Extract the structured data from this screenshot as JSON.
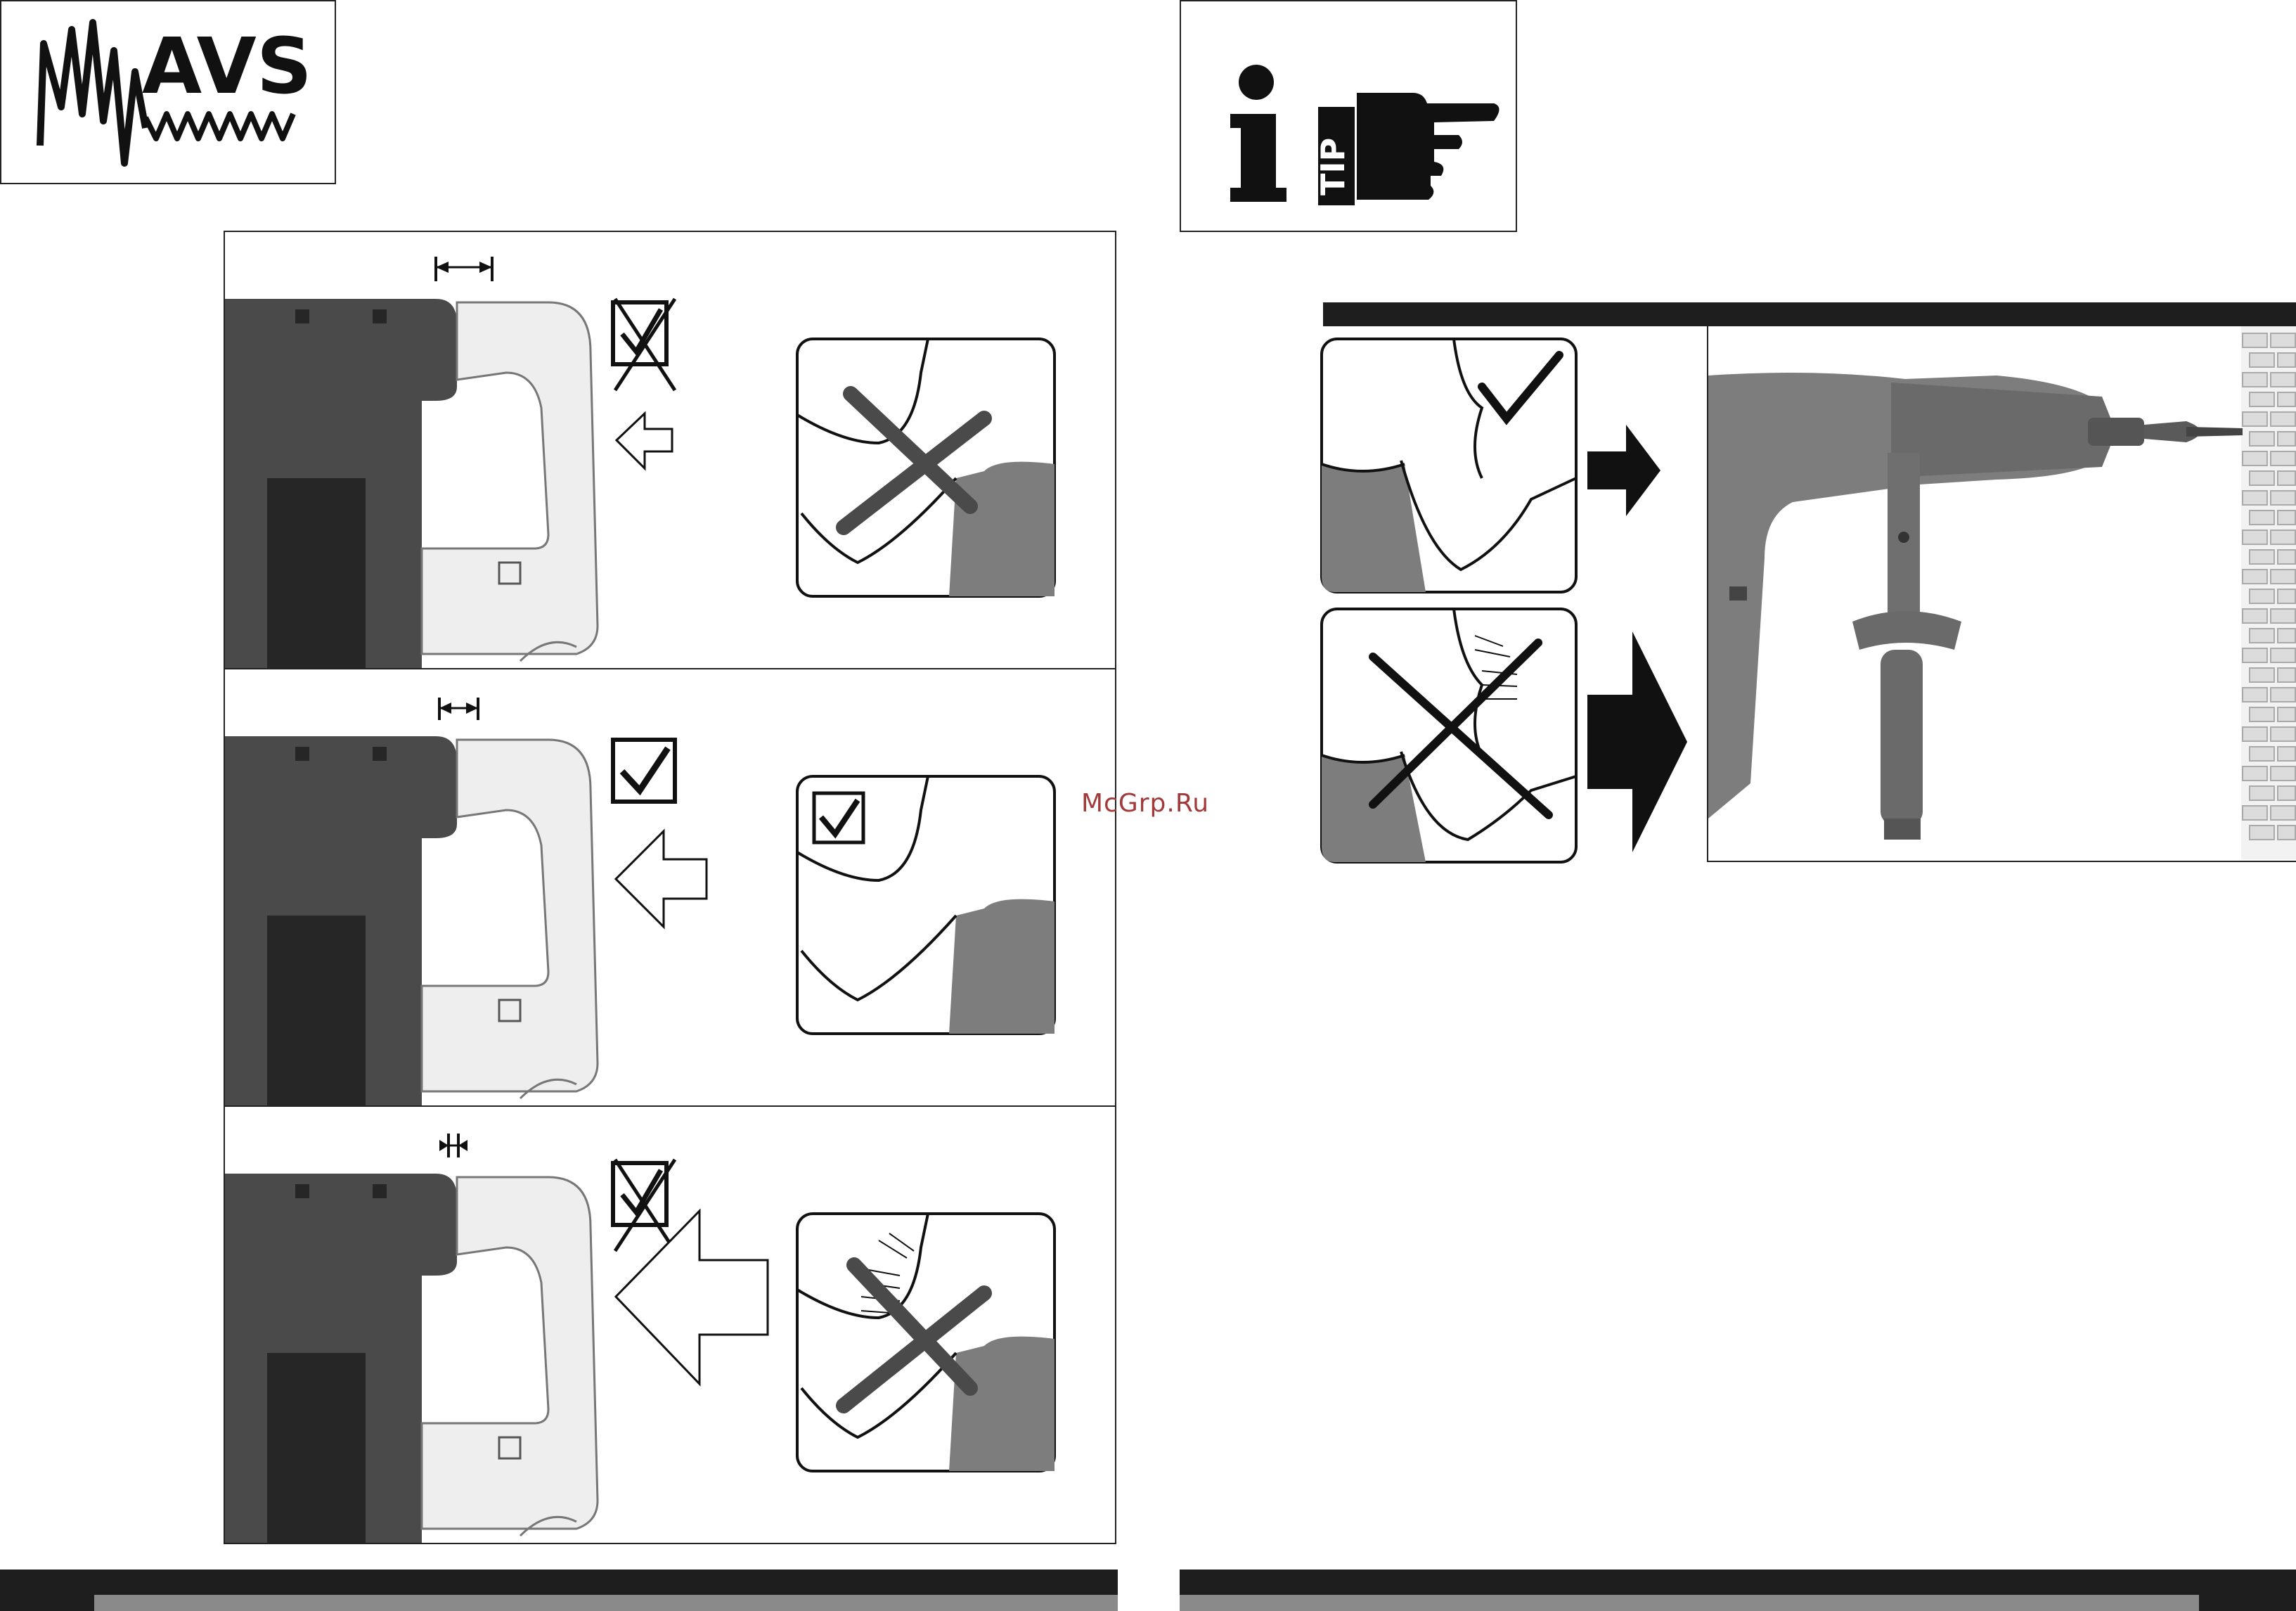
{
  "logo": {
    "brand_text": "AVS",
    "label": "AVS anti-vibration logo"
  },
  "tip": {
    "label_text": "TIP",
    "info_glyph": "i",
    "icon": "pointing-hand-icon"
  },
  "watermark": {
    "text": "McGrp.Ru"
  },
  "panels": [
    {
      "state": "not-ok",
      "gap": "wide",
      "arrow": "small",
      "arm_state": "cross"
    },
    {
      "state": "ok",
      "gap": "medium",
      "arrow": "medium",
      "arm_state": "check"
    },
    {
      "state": "not-ok",
      "gap": "narrow",
      "arrow": "large",
      "arm_state": "cross-vibration"
    }
  ],
  "right_figure": {
    "good_posture": "check",
    "bad_posture": "cross",
    "good_arrow": "small",
    "bad_arrow": "large"
  },
  "colors": {
    "ink": "#1e1e1e",
    "dark_grey": "#4a4a4a",
    "mid_grey": "#7d7d7d",
    "light_grey": "#eeeeee",
    "footer_grey": "#8a8a8a",
    "watermark": "#a23a3a"
  }
}
